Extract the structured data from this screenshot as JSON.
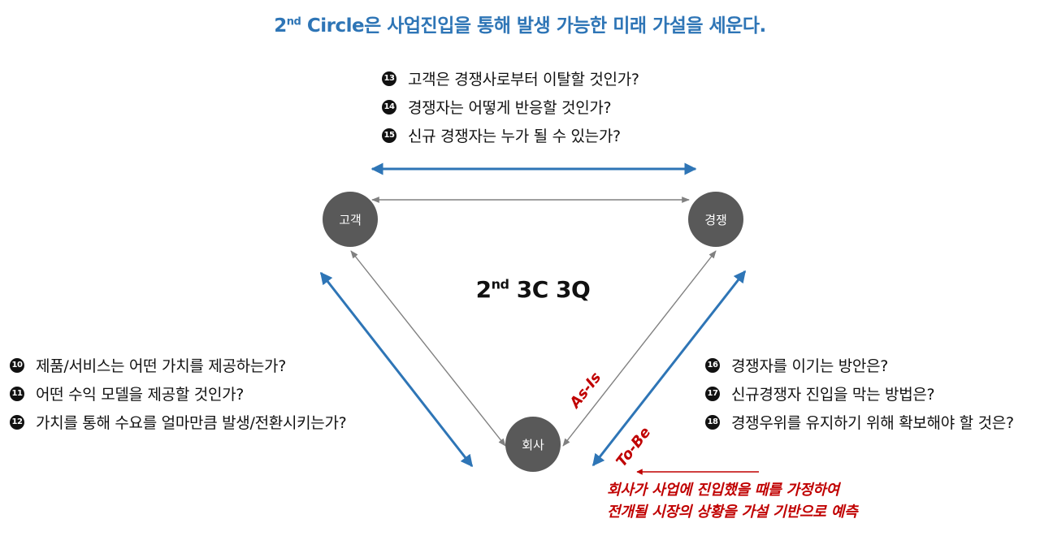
{
  "title": {
    "prefix": "2",
    "sup": "nd",
    "rest": " Circle은 사업진입을 통해 발생 가능한 미래 가설을 세운다."
  },
  "center": {
    "prefix": "2",
    "sup": "nd",
    "rest": " 3C 3Q"
  },
  "nodes": {
    "customer": "고객",
    "competitor": "경쟁",
    "company": "회사"
  },
  "top_questions": [
    {
      "num": "13",
      "text": "고객은 경쟁사로부터 이탈할 것인가?"
    },
    {
      "num": "14",
      "text": "경쟁자는 어떻게 반응할 것인가?"
    },
    {
      "num": "15",
      "text": "신규 경쟁자는 누가 될 수 있는가?"
    }
  ],
  "left_questions": [
    {
      "num": "10",
      "text": "제품/서비스는 어떤 가치를 제공하는가?"
    },
    {
      "num": "11",
      "text": "어떤 수익 모델을 제공할 것인가?"
    },
    {
      "num": "12",
      "text": "가치를 통해 수요를 얼마만큼 발생/전환시키는가?"
    }
  ],
  "right_questions": [
    {
      "num": "16",
      "text": "경쟁자를 이기는 방안은?"
    },
    {
      "num": "17",
      "text": "신규경쟁자 진입을 막는 방법은?"
    },
    {
      "num": "18",
      "text": "경쟁우위를 유지하기 위해 확보해야 할 것은?"
    }
  ],
  "tags": {
    "as_is": "As-Is",
    "to_be": "To-Be"
  },
  "note": {
    "line1": "회사가 사업에 진입했을 때를 가정하여",
    "line2": "전개될 시장의 상황을 가설 기반으로 예측"
  },
  "colors": {
    "title": "#2e75b6",
    "arrow_blue": "#2e75b6",
    "arrow_gray": "#808080",
    "node": "#595959",
    "red": "#c00000"
  }
}
